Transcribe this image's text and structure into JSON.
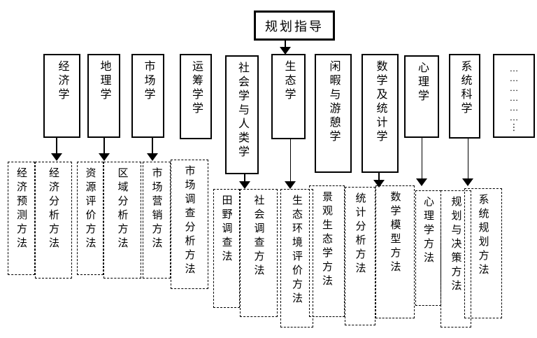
{
  "diagram": {
    "root": {
      "label": "规划指导"
    },
    "disciplines": [
      {
        "label": "经济学"
      },
      {
        "label": "地理学"
      },
      {
        "label": "市场学"
      },
      {
        "label": "运筹学学"
      },
      {
        "label": "社会学与人类学"
      },
      {
        "label": "生态学"
      },
      {
        "label": "闲暇与游憩学"
      },
      {
        "label": "数学及统计学"
      },
      {
        "label": "心理学"
      },
      {
        "label": "系统科学"
      },
      {
        "label": "…\n…\n…\n…\n…\n…\n⋮"
      }
    ],
    "methods": [
      {
        "label": "经济预测方法"
      },
      {
        "label": "经济分析方法"
      },
      {
        "label": "资源评价方法"
      },
      {
        "label": "区域分析方法"
      },
      {
        "label": "市场营销方法"
      },
      {
        "label": "市场调查分析方法"
      },
      {
        "label": "田野调查法"
      },
      {
        "label": "社会调查方法"
      },
      {
        "label": "生态环境评价方法"
      },
      {
        "label": "景观生态学方法"
      },
      {
        "label": "统计分析方法"
      },
      {
        "label": "数学模型方法"
      },
      {
        "label": "心理学方法"
      },
      {
        "label": "规划与决策方法"
      },
      {
        "label": "系统规划方法"
      }
    ],
    "colors": {
      "line": "#000000",
      "background": "#ffffff"
    }
  }
}
